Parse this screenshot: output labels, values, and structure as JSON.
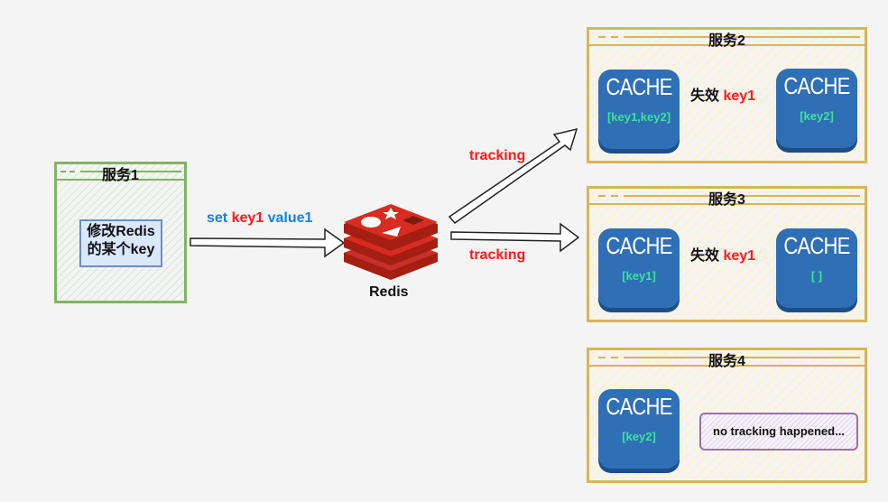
{
  "service1": {
    "title": "服务1",
    "note_line1": "修改Redis",
    "note_line2": "的某个key"
  },
  "command": {
    "set": "set",
    "key": "key1",
    "value": "value1"
  },
  "redis": {
    "label": "Redis"
  },
  "tracking_labels": [
    "tracking",
    "tracking"
  ],
  "service2": {
    "title": "服务2",
    "cache_before": {
      "title": "CACHE",
      "keys": "[key1,key2]"
    },
    "action_verb": "失效",
    "action_key": "key1",
    "cache_after": {
      "title": "CACHE",
      "keys": "[key2]"
    }
  },
  "service3": {
    "title": "服务3",
    "cache_before": {
      "title": "CACHE",
      "keys": "[key1]"
    },
    "action_verb": "失效",
    "action_key": "key1",
    "cache_after": {
      "title": "CACHE",
      "keys": "[ ]"
    }
  },
  "service4": {
    "title": "服务4",
    "cache": {
      "title": "CACHE",
      "keys": "[key2]"
    },
    "note": "no tracking happened..."
  },
  "colors": {
    "service1_border": "#82b366",
    "service_border": "#d6b656",
    "cache_fill": "#2f6fb5",
    "cache_keys": "#3be39b",
    "redis_red": "#c6302b",
    "highlight_red": "#ff1a1a",
    "command_blue": "#1480e6"
  }
}
